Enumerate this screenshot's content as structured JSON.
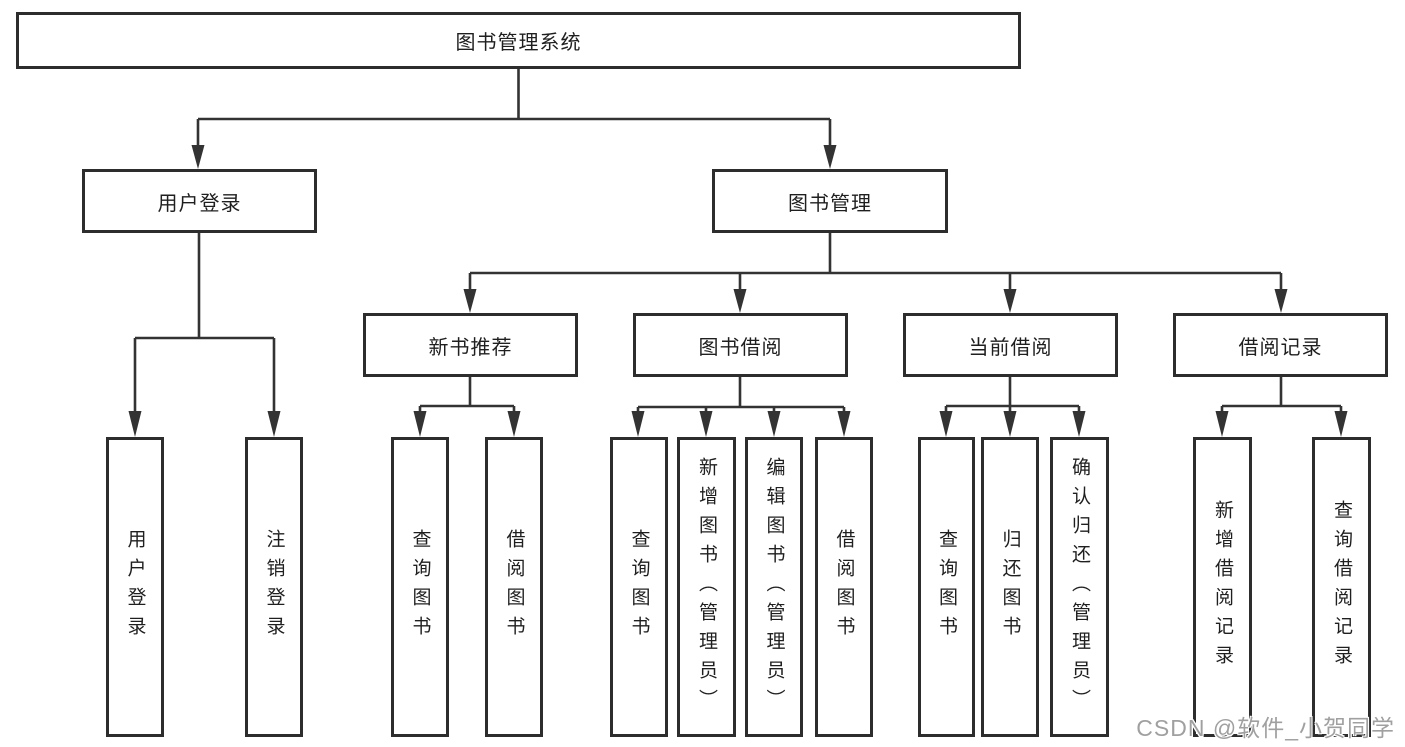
{
  "diagram_title": "图书管理系统",
  "tree": {
    "label": "图书管理系统",
    "children": [
      {
        "label": "用户登录",
        "children": [
          {
            "label": "用户登录"
          },
          {
            "label": "注销登录"
          }
        ]
      },
      {
        "label": "图书管理",
        "children": [
          {
            "label": "新书推荐",
            "children": [
              {
                "label": "查询图书"
              },
              {
                "label": "借阅图书"
              }
            ]
          },
          {
            "label": "图书借阅",
            "children": [
              {
                "label": "查询图书"
              },
              {
                "label": "新增图书（管理员）"
              },
              {
                "label": "编辑图书（管理员）"
              },
              {
                "label": "借阅图书"
              }
            ]
          },
          {
            "label": "当前借阅",
            "children": [
              {
                "label": "查询图书"
              },
              {
                "label": "归还图书"
              },
              {
                "label": "确认归还（管理员）"
              }
            ]
          },
          {
            "label": "借阅记录",
            "children": [
              {
                "label": "新增借阅记录"
              },
              {
                "label": "查询借阅记录"
              }
            ]
          }
        ]
      }
    ]
  },
  "watermark": {
    "text": "CSDN @软件_小贺同学"
  },
  "colors": {
    "line": "#333333",
    "box_border": "#2d2d2d",
    "text": "#1f1f1f",
    "background": "#ffffff",
    "watermark": "#a0a0a0"
  }
}
